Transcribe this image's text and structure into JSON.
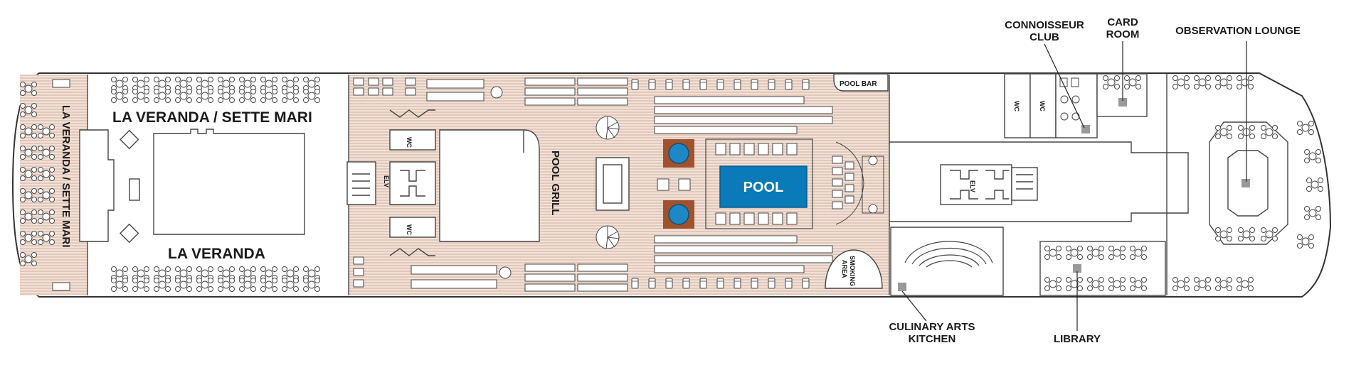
{
  "deck_labels": {
    "la_veranda_sette_mari_top": "LA VERANDA / SETTE MARI",
    "la_veranda_sette_mari_stern": "LA VERANDA / SETTE MARI",
    "la_veranda_bottom": "LA VERANDA",
    "pool_grill": "POOL GRILL",
    "pool": "POOL",
    "pool_bar": "POOL BAR",
    "smoking_area_line1": "SMOKING",
    "smoking_area_line2": "AREA",
    "elevator": "ELV",
    "restroom": "WC"
  },
  "callouts": {
    "connoisseur_club_line1": "CONNOISSEUR",
    "connoisseur_club_line2": "CLUB",
    "card_room_line1": "CARD",
    "card_room_line2": "ROOM",
    "observation_lounge": "OBSERVATION LOUNGE",
    "culinary_arts_line1": "CULINARY ARTS",
    "culinary_arts_line2": "KITCHEN",
    "library": "LIBRARY"
  },
  "colors": {
    "deck_hatch": "#e8d2c6",
    "pool_water": "#0a7ab8",
    "jacuzzi_surround": "#a0522d",
    "jacuzzi_water": "#1e88c7",
    "marker": "#999999"
  }
}
